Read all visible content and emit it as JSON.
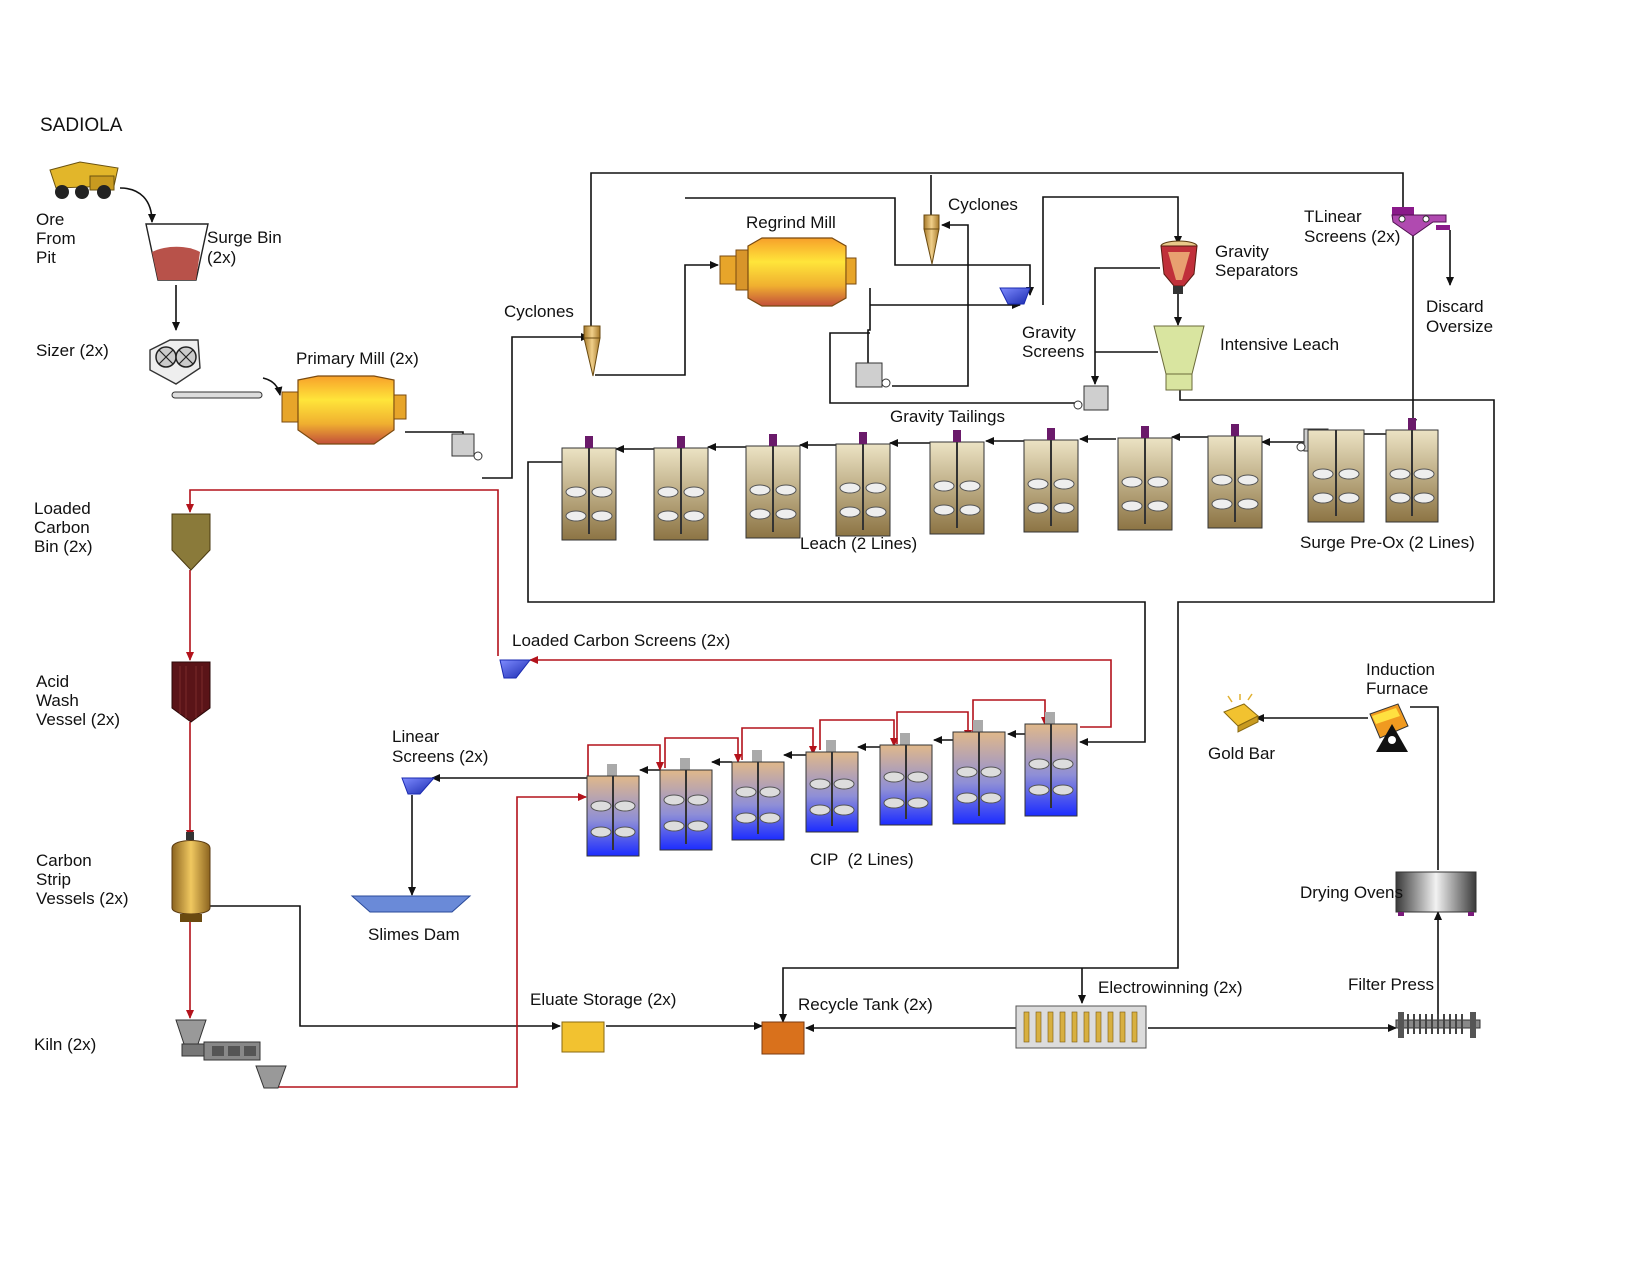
{
  "title": "SADIOLA",
  "labels": {
    "ore_from_pit": [
      "Ore",
      "From",
      "Pit"
    ],
    "surge_bin": [
      "Surge Bin",
      "(2x)"
    ],
    "sizer": "Sizer (2x)",
    "primary_mill": "Primary Mill (2x)",
    "cyclones_primary": "Cyclones",
    "regrind_mill": "Regrind Mill",
    "cyclones_regrind": "Cyclones",
    "gravity_screens": [
      "Gravity",
      "Screens"
    ],
    "gravity_separators": [
      "Gravity",
      "Separators"
    ],
    "intensive_leach": "Intensive Leach",
    "tlinear_screens": [
      "TLinear",
      "Screens (2x)"
    ],
    "discard_oversize": [
      "Discard",
      "Oversize"
    ],
    "gravity_tailings": "Gravity Tailings",
    "leach": "Leach (2 Lines)",
    "surge_preox": "Surge Pre-Ox (2 Lines)",
    "loaded_carbon_bin": [
      "Loaded",
      "Carbon",
      "Bin (2x)"
    ],
    "acid_wash": [
      "Acid",
      "Wash",
      "Vessel (2x)"
    ],
    "carbon_strip": [
      "Carbon",
      "Strip",
      "Vessels (2x)"
    ],
    "kiln": "Kiln (2x)",
    "loaded_carbon_screens": "Loaded Carbon Screens (2x)",
    "linear_screens": [
      "Linear",
      "Screens (2x)"
    ],
    "slimes_dam": "Slimes Dam",
    "cip": "CIP  (2 Lines)",
    "eluate_storage": "Eluate Storage (2x)",
    "recycle_tank": "Recycle Tank (2x)",
    "electrowinning": "Electrowinning (2x)",
    "filter_press": "Filter Press",
    "drying_ovens": "Drying Ovens",
    "induction_furnace": [
      "Induction",
      "Furnace"
    ],
    "gold_bar": "Gold Bar"
  },
  "colors": {
    "flow_line": "#111111",
    "carbon_line": "#b3121b",
    "leach_tank": "#c8b27a",
    "cip_tank": "#3a4cff",
    "eluate": "#f2c230",
    "recycle": "#d9711c"
  }
}
